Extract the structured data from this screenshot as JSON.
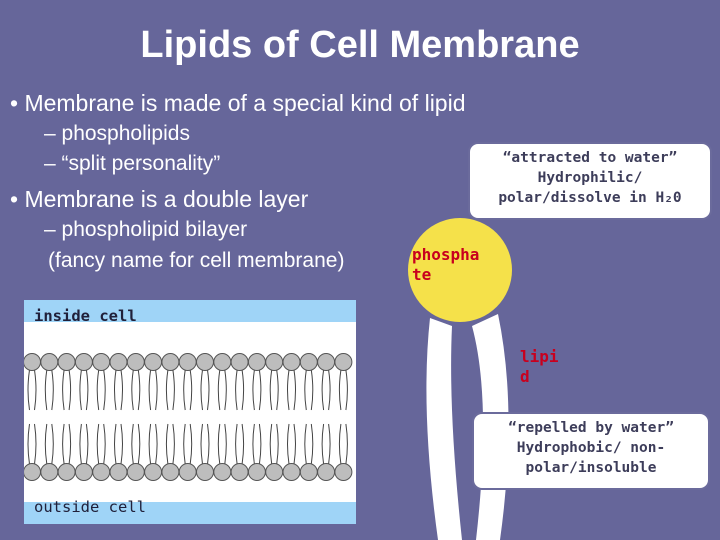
{
  "slide": {
    "title": "Lipids of Cell Membrane",
    "bullet1": "•  Membrane is made of a special kind of lipid",
    "sub1": "– phospholipids",
    "sub2": "– “split personality”",
    "bullet2": "•  Membrane is a double layer",
    "sub3": "– phospholipid bilayer",
    "sub4": "(fancy name for cell membrane)"
  },
  "figure": {
    "inside_label": "inside cell",
    "outside_label": "outside cell"
  },
  "diagram": {
    "head_label_line1": "phospha",
    "head_label_line2": "te",
    "tail_label_line1": "lipi",
    "tail_label_line2": "d",
    "top_callout_line1": "“attracted to water”",
    "top_callout_line2": "Hydrophilic/",
    "top_callout_line3": "polar/dissolve in H₂0",
    "bottom_callout_line1": "“repelled by water”",
    "bottom_callout_line2": "Hydrophobic/ non-",
    "bottom_callout_line3": "polar/insoluble"
  },
  "colors": {
    "background": "#66669a",
    "head": "#f5e14a",
    "label_red": "#c8001e",
    "membrane_bg": "#9fd4f7"
  }
}
